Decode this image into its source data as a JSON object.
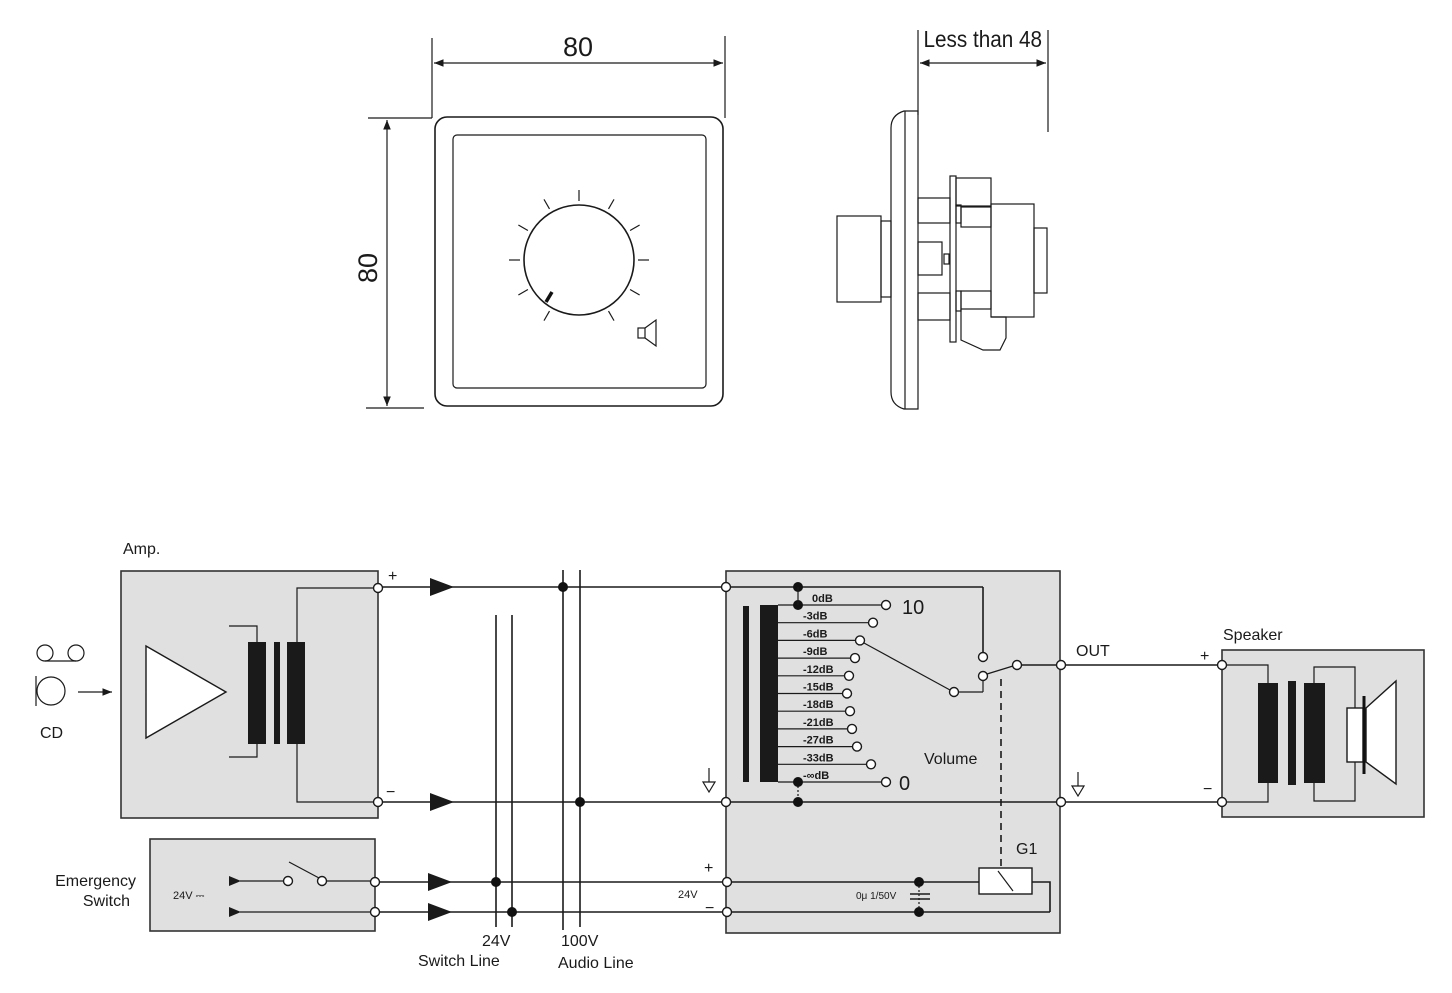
{
  "front_view": {
    "width_dimension": "80",
    "height_dimension": "80"
  },
  "side_view": {
    "depth_dimension": "Less than 48"
  },
  "amp": {
    "label": "Amp.",
    "plus": "+",
    "minus": "−"
  },
  "source": {
    "label": "CD"
  },
  "emergency": {
    "label_line1": "Emergency",
    "label_line2": "Switch",
    "voltage": "24V ⎓"
  },
  "lines": {
    "switch_line_voltage": "24V",
    "switch_line_label": "Switch Line",
    "audio_line_voltage": "100V",
    "audio_line_label": "Audio Line"
  },
  "volume_controller": {
    "label": "Volume",
    "max_label": "10",
    "min_label": "0",
    "taps": [
      "0dB",
      "-3dB",
      "-6dB",
      "-9dB",
      "-12dB",
      "-15dB",
      "-18dB",
      "-21dB",
      "-27dB",
      "-33dB",
      "-∞dB"
    ],
    "selected_tap": "-6dB",
    "out_label": "OUT",
    "input_24v_label": "24V",
    "input_plus": "+",
    "input_minus": "−",
    "capacitor_label": "0μ 1/50V",
    "relay_label": "G1"
  },
  "speaker": {
    "label": "Speaker",
    "plus": "+",
    "minus": "−"
  }
}
